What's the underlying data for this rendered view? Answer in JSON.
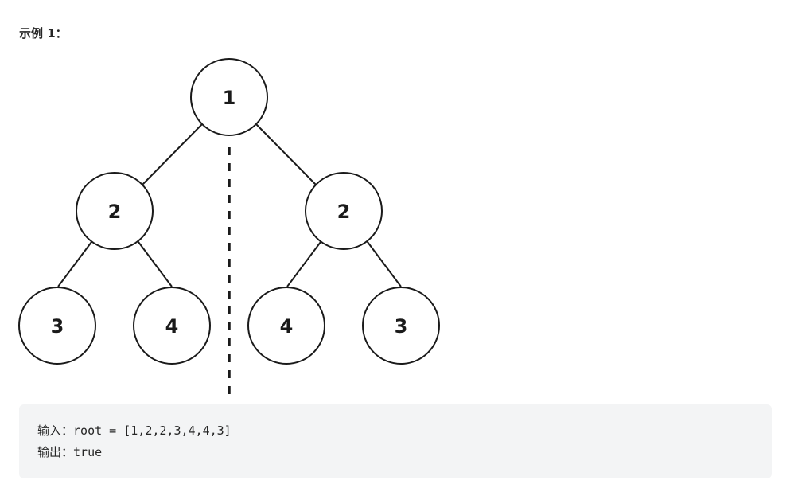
{
  "example": {
    "heading": "示例 1："
  },
  "tree": {
    "root": "1",
    "left_child": "2",
    "right_child": "2",
    "left_left": "3",
    "left_right": "4",
    "right_left": "4",
    "right_right": "3"
  },
  "io": {
    "input_label": "输入：",
    "input_value": "root = [1,2,2,3,4,4,3]",
    "output_label": "输出：",
    "output_value": "true"
  }
}
